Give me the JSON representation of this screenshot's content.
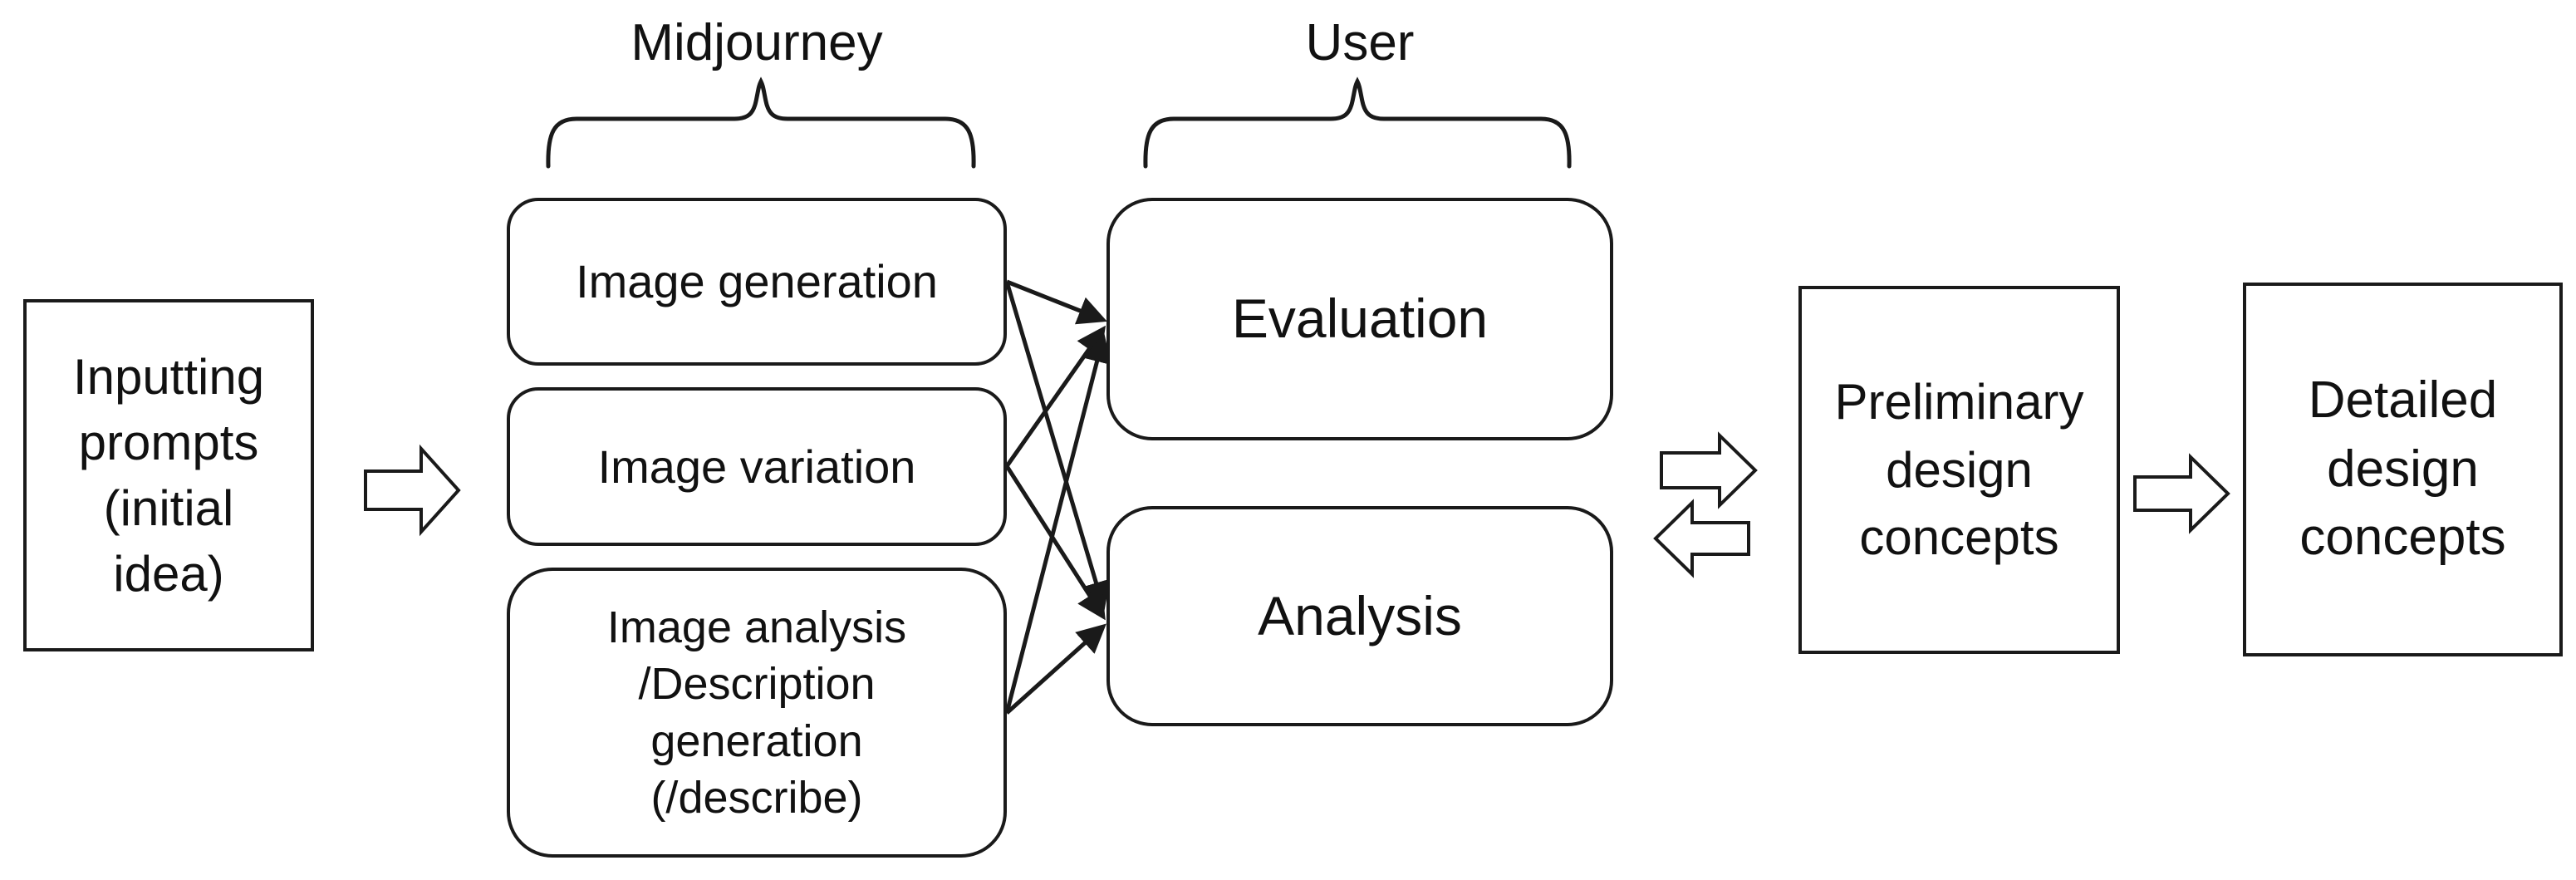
{
  "colors": {
    "background": "#ffffff",
    "line": "#1a1a1a",
    "text": "#111111"
  },
  "input_box": {
    "label": "Inputting prompts (initial idea)"
  },
  "midjourney": {
    "label": "Midjourney",
    "boxes": [
      {
        "label": "Image generation"
      },
      {
        "label": "Image variation"
      },
      {
        "label": "Image analysis /Description generation (/describe)"
      }
    ]
  },
  "user": {
    "label": "User",
    "boxes": [
      {
        "label": "Evaluation"
      },
      {
        "label": "Analysis"
      }
    ]
  },
  "preliminary_box": {
    "label": "Preliminary design concepts"
  },
  "detailed_box": {
    "label": "Detailed design concepts"
  }
}
